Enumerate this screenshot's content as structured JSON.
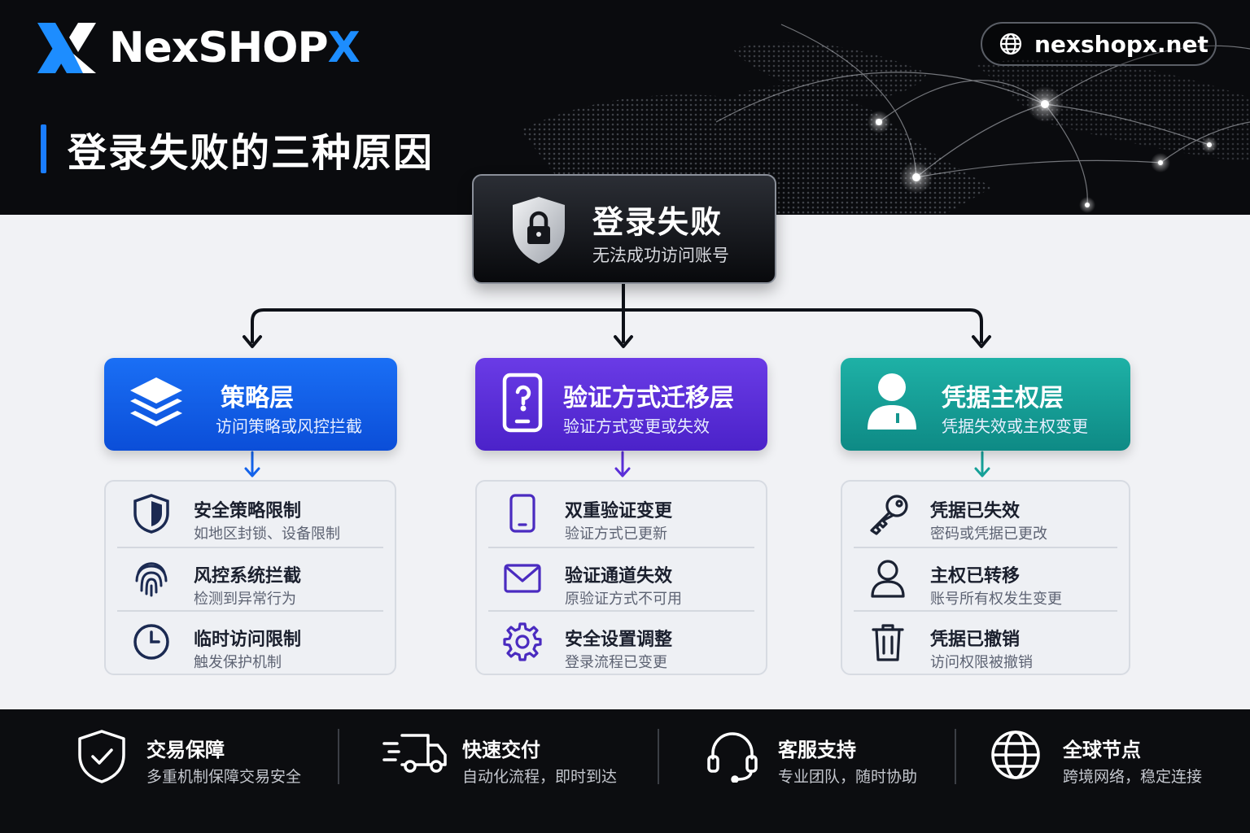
{
  "brand": {
    "logo_main": "NexSHOP",
    "logo_accent": "X",
    "website": "nexshopx.net",
    "accent_color": "#1d8dff"
  },
  "page_title": "登录失败的三种原因",
  "root": {
    "title": "登录失败",
    "subtitle": "无法成功访问账号",
    "icon": "lock-shield-icon"
  },
  "categories": [
    {
      "title": "策略层",
      "subtitle": "访问策略或风控拦截",
      "icon": "layers-icon",
      "color": "#1463ea",
      "items": [
        {
          "title": "安全策略限制",
          "subtitle": "如地区封锁、设备限制",
          "icon": "shield-icon"
        },
        {
          "title": "风控系统拦截",
          "subtitle": "检测到异常行为",
          "icon": "fingerprint-icon"
        },
        {
          "title": "临时访问限制",
          "subtitle": "触发保护机制",
          "icon": "clock-icon"
        }
      ]
    },
    {
      "title": "验证方式迁移层",
      "subtitle": "验证方式变更或失效",
      "icon": "phone-verify-icon",
      "color": "#5b2fd8",
      "items": [
        {
          "title": "双重验证变更",
          "subtitle": "验证方式已更新",
          "icon": "smartphone-icon"
        },
        {
          "title": "验证通道失效",
          "subtitle": "原验证方式不可用",
          "icon": "mail-icon"
        },
        {
          "title": "安全设置调整",
          "subtitle": "登录流程已变更",
          "icon": "gear-icon"
        }
      ]
    },
    {
      "title": "凭据主权层",
      "subtitle": "凭据失效或主权变更",
      "icon": "user-icon",
      "color": "#16a098",
      "items": [
        {
          "title": "凭据已失效",
          "subtitle": "密码或凭据已更改",
          "icon": "key-icon"
        },
        {
          "title": "主权已转移",
          "subtitle": "账号所有权发生变更",
          "icon": "person-icon"
        },
        {
          "title": "凭据已撤销",
          "subtitle": "访问权限被撤销",
          "icon": "trash-icon"
        }
      ]
    }
  ],
  "footer": [
    {
      "title": "交易保障",
      "subtitle": "多重机制保障交易安全",
      "icon": "shield-check-icon"
    },
    {
      "title": "快速交付",
      "subtitle": "自动化流程，即时到达",
      "icon": "truck-icon"
    },
    {
      "title": "客服支持",
      "subtitle": "专业团队，随时协助",
      "icon": "headset-icon"
    },
    {
      "title": "全球节点",
      "subtitle": "跨境网络，稳定连接",
      "icon": "globe-icon"
    }
  ]
}
